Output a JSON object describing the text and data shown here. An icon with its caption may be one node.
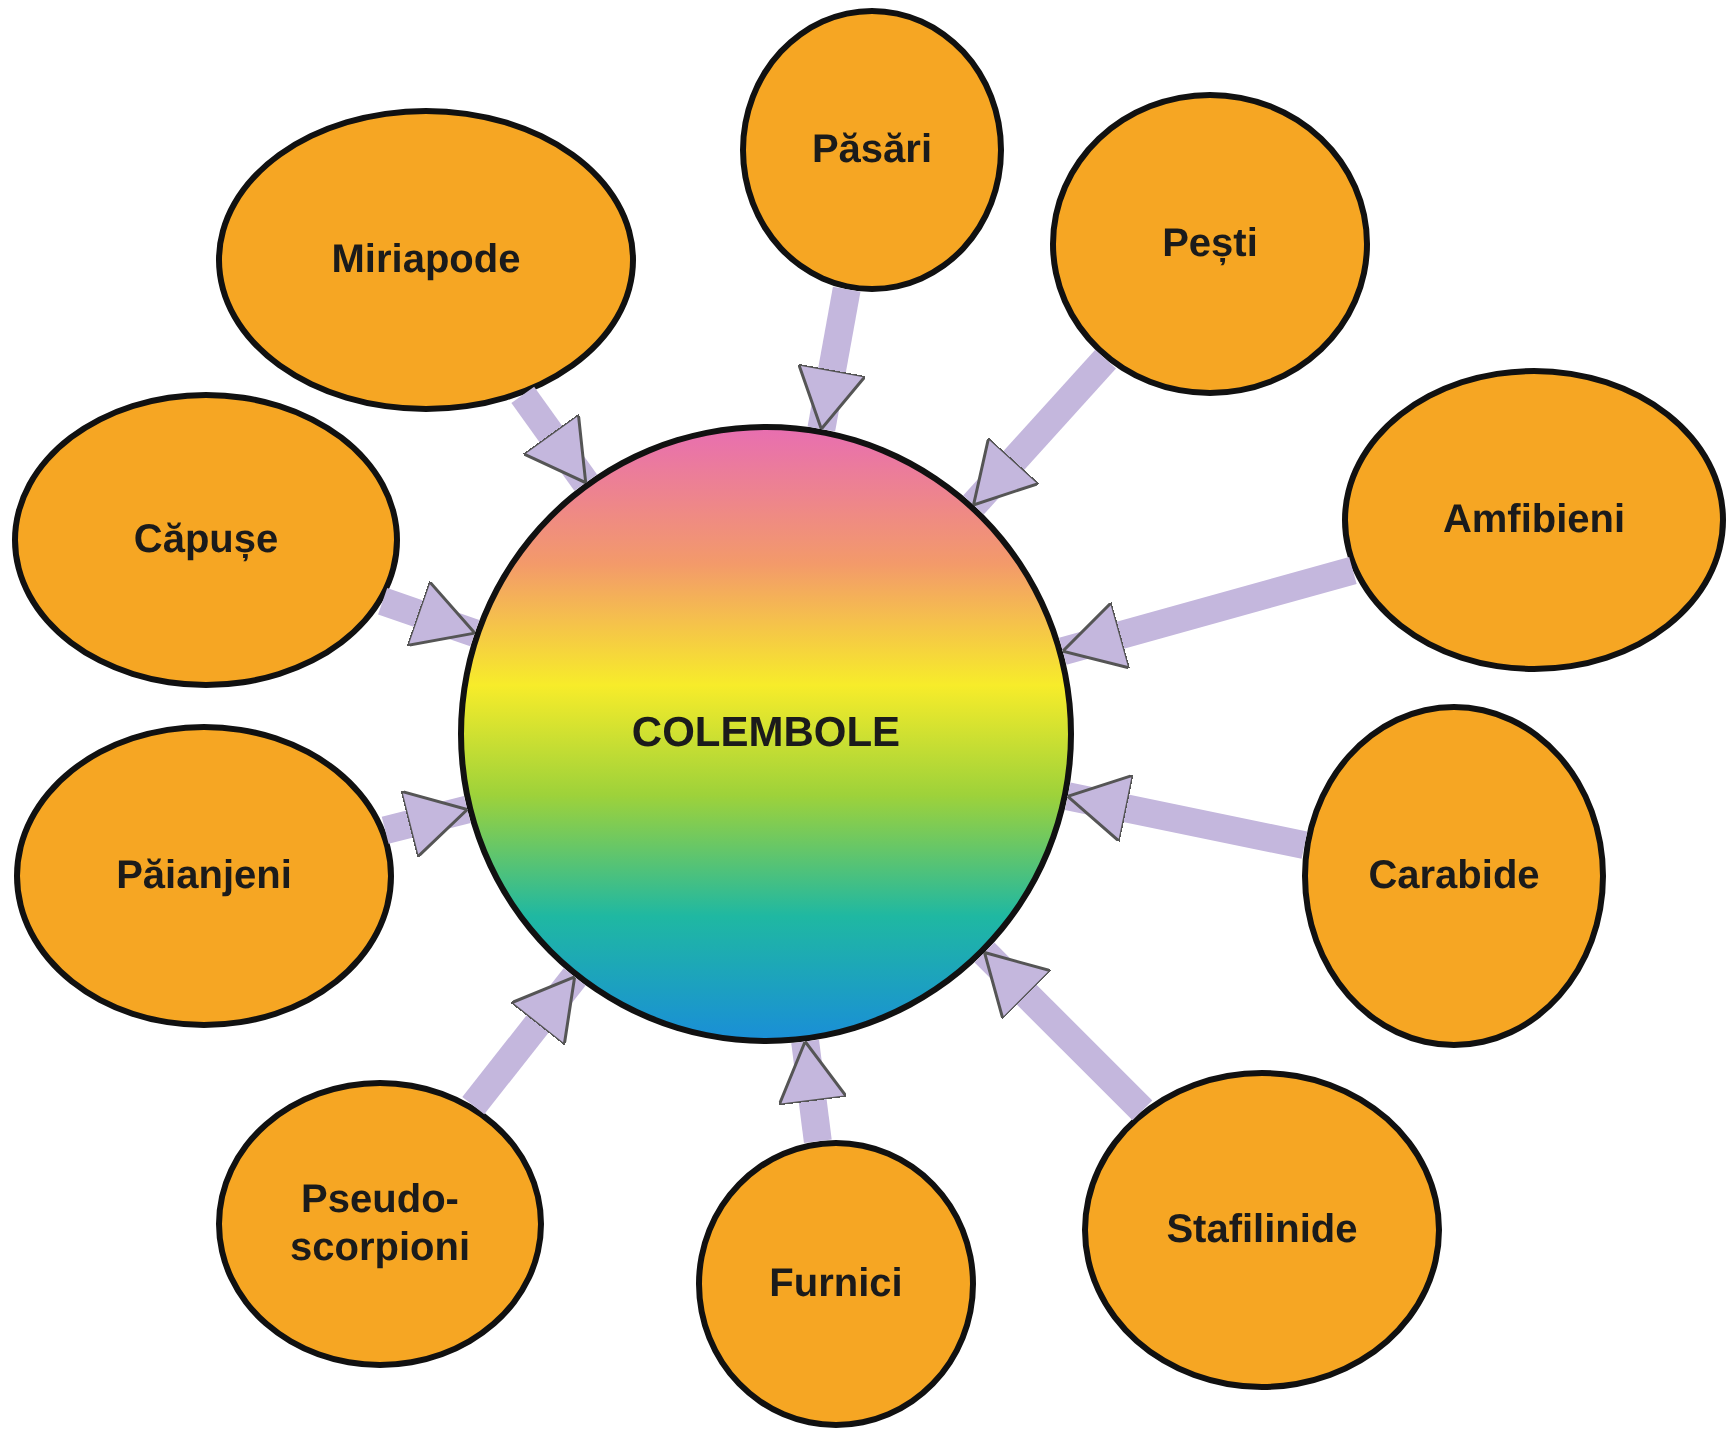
{
  "diagram": {
    "nodes": [
      {
        "text": [
          "Păsări"
        ]
      },
      {
        "text": [
          "Miriapode"
        ]
      },
      {
        "text": [
          "Pești"
        ]
      },
      {
        "text": [
          "Amfibieni"
        ]
      },
      {
        "text": [
          "Căpușe"
        ]
      },
      {
        "text": [
          "Păianjeni"
        ]
      },
      {
        "text": [
          "Carabide"
        ]
      },
      {
        "text": [
          "Stafilinide"
        ]
      },
      {
        "text": [
          "Pseudo-scorpioni"
        ]
      },
      {
        "text": [
          "Furnici"
        ]
      },
      {
        "text": [
          "COLEMBOLE"
        ]
      }
    ],
    "edges": [
      {
        "from": 0,
        "to": 10,
        "arrow": "to"
      },
      {
        "from": 1,
        "to": 10,
        "arrow": "to"
      },
      {
        "from": 2,
        "to": 10,
        "arrow": "to"
      },
      {
        "from": 3,
        "to": 10,
        "arrow": "to"
      },
      {
        "from": 4,
        "to": 10,
        "arrow": "to"
      },
      {
        "from": 5,
        "to": 10,
        "arrow": "to"
      },
      {
        "from": 6,
        "to": 10,
        "arrow": "to"
      },
      {
        "from": 7,
        "to": 10,
        "arrow": "to"
      },
      {
        "from": 8,
        "to": 10,
        "arrow": "to"
      },
      {
        "from": 9,
        "to": 10,
        "arrow": "to"
      }
    ]
  }
}
